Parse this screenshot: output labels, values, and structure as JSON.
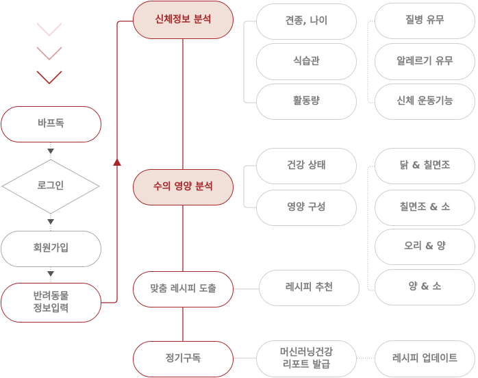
{
  "colors": {
    "accent": "#a8262a",
    "highlight_fill": "#f1e0d7",
    "text": "#7a7a7a",
    "border": "#cfcfcf"
  },
  "left_flow": [
    "바프독",
    "로그인",
    "회원가입",
    "반려동물\n정보입력"
  ],
  "main_steps": [
    "신체정보 분석",
    "수의 영양 분석",
    "맞춤 레시피 도출",
    "정기구독"
  ],
  "body_analysis": {
    "inputs": [
      "견종, 나이",
      "식습관",
      "활동량"
    ],
    "checks": [
      "질병 유무",
      "알레르기 유무",
      "신체 운동기능"
    ]
  },
  "nutrition_analysis": {
    "inputs": [
      "건강 상태",
      "영양 구성"
    ],
    "proteins": [
      "닭 & 칠면조",
      "칠면조 & 소",
      "오리 & 양",
      "양 & 소"
    ]
  },
  "recipe": {
    "output": "레시피 추천"
  },
  "subscription": {
    "report": "머신러닝건강\n리포트 발급",
    "update": "레시피 업데이트"
  }
}
